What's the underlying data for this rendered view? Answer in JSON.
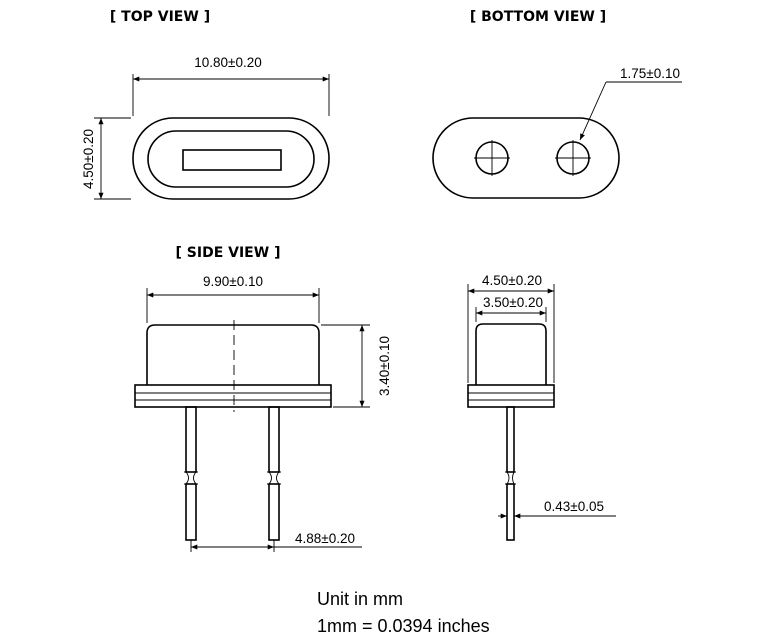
{
  "views": {
    "top_view": "[ TOP VIEW ]",
    "bottom_view": "[ BOTTOM  VIEW ]",
    "side_view": "[ SIDE VIEW ]"
  },
  "dimensions": {
    "top_length": "10.80±0.20",
    "top_width": "4.50±0.20",
    "pin_hole": "1.75±0.10",
    "side_length": "9.90±0.10",
    "side_height": "3.40±0.10",
    "pin_pitch": "4.88±0.20",
    "end_width_outer": "4.50±0.20",
    "end_width_inner": "3.50±0.20",
    "pin_diameter": "0.43±0.05"
  },
  "units": {
    "unit_line": "Unit in mm",
    "conversion_line": "1mm = 0.0394 inches"
  }
}
